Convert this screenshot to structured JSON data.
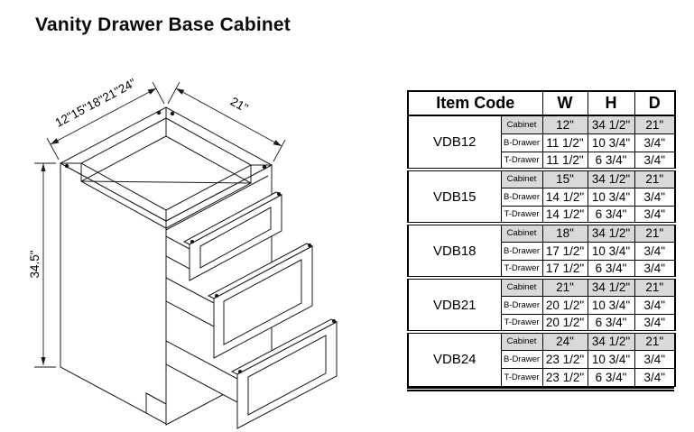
{
  "title": "Vanity Drawer Base Cabinet",
  "diagram": {
    "width_dim": "12\"15\"18\"21\"24\"",
    "depth_dim": "21\"",
    "height_dim": "34.5\""
  },
  "table": {
    "headers": {
      "item_code": "Item Code",
      "w": "W",
      "h": "H",
      "d": "D"
    },
    "groups": [
      {
        "code": "VDB12",
        "rows": [
          {
            "part": "Cabinet",
            "w": "12\"",
            "h": "34 1/2\"",
            "d": "21\""
          },
          {
            "part": "B-Drawer",
            "w": "11 1/2\"",
            "h": "10 3/4\"",
            "d": "3/4\""
          },
          {
            "part": "T-Drawer",
            "w": "11 1/2\"",
            "h": "6 3/4\"",
            "d": "3/4\""
          }
        ]
      },
      {
        "code": "VDB15",
        "rows": [
          {
            "part": "Cabinet",
            "w": "15\"",
            "h": "34 1/2\"",
            "d": "21\""
          },
          {
            "part": "B-Drawer",
            "w": "14 1/2\"",
            "h": "10 3/4\"",
            "d": "3/4\""
          },
          {
            "part": "T-Drawer",
            "w": "14 1/2\"",
            "h": "6 3/4\"",
            "d": "3/4\""
          }
        ]
      },
      {
        "code": "VDB18",
        "rows": [
          {
            "part": "Cabinet",
            "w": "18\"",
            "h": "34 1/2\"",
            "d": "21\""
          },
          {
            "part": "B-Drawer",
            "w": "17 1/2\"",
            "h": "10 3/4\"",
            "d": "3/4\""
          },
          {
            "part": "T-Drawer",
            "w": "17 1/2\"",
            "h": "6 3/4\"",
            "d": "3/4\""
          }
        ]
      },
      {
        "code": "VDB21",
        "rows": [
          {
            "part": "Cabinet",
            "w": "21\"",
            "h": "34 1/2\"",
            "d": "21\""
          },
          {
            "part": "B-Drawer",
            "w": "20 1/2\"",
            "h": "10 3/4\"",
            "d": "3/4\""
          },
          {
            "part": "T-Drawer",
            "w": "20 1/2\"",
            "h": "6 3/4\"",
            "d": "3/4\""
          }
        ]
      },
      {
        "code": "VDB24",
        "rows": [
          {
            "part": "Cabinet",
            "w": "24\"",
            "h": "34 1/2\"",
            "d": "21\""
          },
          {
            "part": "B-Drawer",
            "w": "23 1/2\"",
            "h": "10 3/4\"",
            "d": "3/4\""
          },
          {
            "part": "T-Drawer",
            "w": "23 1/2\"",
            "h": "6 3/4\"",
            "d": "3/4\""
          }
        ]
      }
    ]
  },
  "colors": {
    "cabinet_row_bg": "#d9d9d9",
    "line": "#000000"
  }
}
